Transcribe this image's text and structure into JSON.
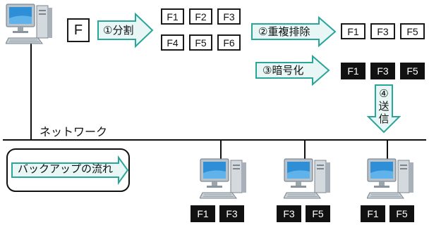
{
  "source_file": "F",
  "split_step": "①分割",
  "split_files": [
    "F1",
    "F2",
    "F3",
    "F4",
    "F5",
    "F6"
  ],
  "dedup_step": "②重複排除",
  "dedup_files": [
    "F1",
    "F3",
    "F5"
  ],
  "encrypt_step": "③暗号化",
  "encrypted_files": [
    "F1",
    "F3",
    "F5"
  ],
  "send_step": "④送信",
  "send_step_chars": [
    "④",
    "送",
    "信"
  ],
  "network_label": "ネットワーク",
  "legend_label": "バックアップの流れ",
  "destinations": [
    {
      "files": [
        "F1",
        "F3"
      ]
    },
    {
      "files": [
        "F3",
        "F5"
      ]
    },
    {
      "files": [
        "F1",
        "F5"
      ]
    }
  ],
  "colors": {
    "arrow_fill": "#e8f7f5",
    "arrow_stroke": "#2aa59a",
    "line": "#111111",
    "encrypted_bg": "#111111"
  }
}
